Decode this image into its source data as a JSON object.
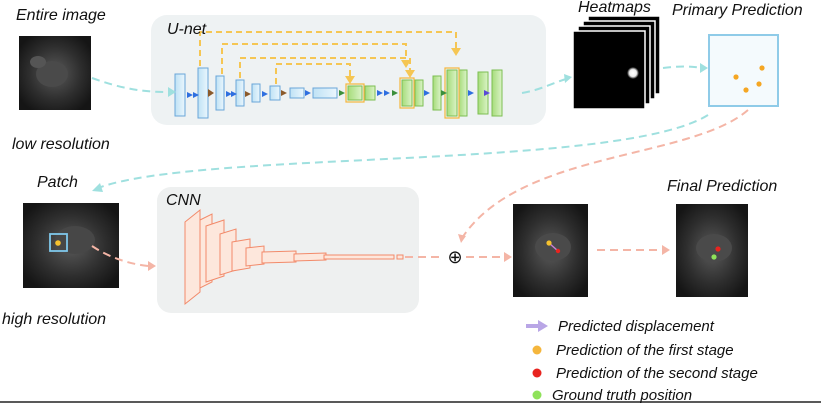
{
  "labels": {
    "entire_image": "Entire image",
    "low_resolution": "low resolution",
    "patch": "Patch",
    "high_resolution": "high resolution",
    "unet": "U-net",
    "cnn": "CNN",
    "heatmaps": "Heatmaps",
    "primary_prediction": "Primary Prediction",
    "final_prediction": "Final Prediction",
    "sum_symbol": "⊕"
  },
  "legend": [
    {
      "text": "Predicted displacement",
      "marker": "arrow",
      "color": "#b9a6e6"
    },
    {
      "text": "Prediction of the first stage",
      "marker": "dot",
      "color": "#f5b63c"
    },
    {
      "text": "Prediction of the second stage",
      "marker": "dot",
      "color": "#e8241f"
    },
    {
      "text": "Ground truth position",
      "marker": "dot",
      "color": "#8fe25a"
    }
  ],
  "colors": {
    "unet_panel": "#eef2f3",
    "cnn_panel": "#eef0f0",
    "cyan_arrow": "#9fe0df",
    "salmon_arrow": "#f4b5a6",
    "orange_skip": "#f5c653",
    "heatmap_border": "#87c7e6",
    "cnn_block": "#f6a78c"
  }
}
